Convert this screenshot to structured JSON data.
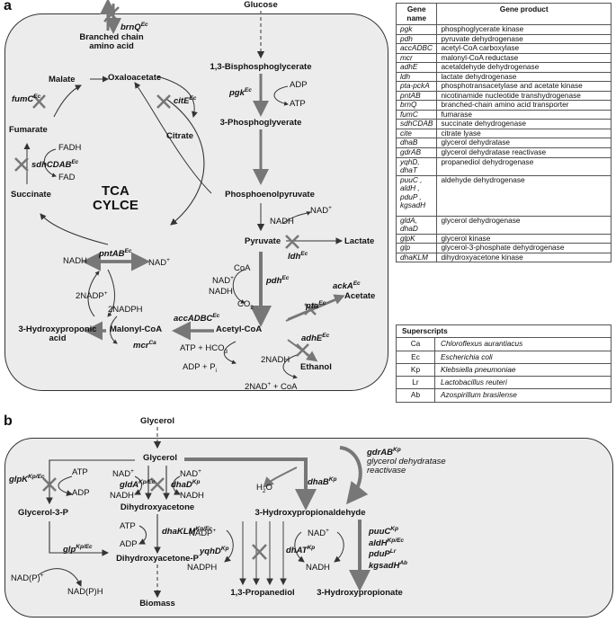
{
  "panel_a": {
    "letter": "a",
    "tca_line1": "TCA",
    "tca_line2": "CYLCE",
    "glucose": "Glucose",
    "branched_line1": "Branched chain",
    "branched_line2": "amino acid",
    "brnq": "brnQ",
    "brnq_sup": "Ec",
    "bpg": "1,3-Bisphosphoglycerate",
    "pgk": "pgk",
    "pgk_sup": "Ec",
    "adp": "ADP",
    "atp": "ATP",
    "pga": "3-Phosphoglyverate",
    "pep": "Phosphoenolpyruvate",
    "malate": "Malate",
    "oxaloacetate": "Oxaloacetate",
    "fumc": "fumC",
    "fumc_sup": "Ec",
    "cite": "citE",
    "cite_sup": "Ec",
    "citrate": "Citrate",
    "fumarate": "Fumarate",
    "fadh": "FADH",
    "fad": "FAD",
    "sdh": "sdhCDAB",
    "sdh_sup": "Ec",
    "succinate": "Succinate",
    "nadh_ldh": "NADH",
    "nad_ldh": "NAD",
    "pyruvate": "Pyruvate",
    "lactate": "Lactate",
    "ldh": "ldh",
    "ldh_sup": "Ec",
    "pntab": "pntAB",
    "pntab_sup": "Ec",
    "nadh_pnt": "NADH",
    "nad_pnt": "NAD",
    "nadp": "2NADP",
    "nadph": "2NADPH",
    "coa": "CoA",
    "nad_pdh": "NAD",
    "nadh_pdh": "NADH",
    "co2": "CO",
    "pdh": "pdh",
    "pdh_sup": "Ec",
    "pta": "pta",
    "pta_sup": "Ec",
    "acka": "ackA",
    "acka_sup": "Ec",
    "acetate": "Acetate",
    "hp_acid_line1": "3-Hydroxyproponic",
    "hp_acid_line2": "acid",
    "malonyl": "Malonyl-CoA",
    "acetylcoa": "Acetyl-CoA",
    "acc": "accADBC",
    "acc_sup": "Ec",
    "mcr": "mcr",
    "mcr_sup": "Ca",
    "atp_hco": "ATP + HCO",
    "adp_pi": "ADP + P",
    "adhe": "adhE",
    "adhe_sup": "Ec",
    "nadh2": "2NADH",
    "ethanol": "Ethanol",
    "nad_coa": "2NAD",
    "nad_coa_tail": " + CoA"
  },
  "panel_b": {
    "letter": "b",
    "glycerol_top": "Glycerol",
    "glycerol": "Glycerol",
    "glpk": "glpK",
    "glpk_sup": "Kp/Ec",
    "atp": "ATP",
    "adp": "ADP",
    "g3p": "Glycerol-3-P",
    "glp": "glp",
    "glp_sup": "Kp/Ec",
    "nadp_plus": "NAD(P)",
    "nadph": "NAD(P)H",
    "nad1": "NAD",
    "nad2": "NAD",
    "glda": "gldA",
    "glda_sup": "Kp/Ec",
    "dhad": "dhaD",
    "dhad_sup": "Kp",
    "nadh1": "NADH",
    "nadh2": "NADH",
    "dha": "Dihydroxyacetone",
    "atp2": "ATP",
    "dhaklm": "dhaKLM",
    "dhaklm_sup": "Kp/Ec",
    "adp2": "ADP",
    "dhap": "Dihydroxyacetone-P",
    "biomass": "Biomass",
    "h2o": "H",
    "dhab": "dhaB",
    "dhab_sup": "Kp",
    "gdrab": "gdrAB",
    "gdrab_sup": "Kp",
    "gdr_desc1": "glycerol dehydratase",
    "gdr_desc2": "reactivase",
    "hpa": "3-Hydroxypropionaldehyde",
    "nadp_b": "NADP",
    "yqhd": "yqhD",
    "yqhd_sup": "Kp",
    "nadph_b": "NADPH",
    "dhat": "dhAT",
    "dhat_sup": "Kp",
    "nad_b": "NAD",
    "nadh_b": "NADH",
    "propanediol": "1,3-Propanediol",
    "puuc": "puuC",
    "puuc_sup": "Kp",
    "aldh": "aldH",
    "aldh_sup": "Kp/Ec",
    "pdup": "pduP",
    "pdup_sup": "Lr",
    "kgsadh": "kgsadH",
    "kgsadh_sup": "Ab",
    "hp_b": "3-Hydroxypropionate"
  },
  "gene_table": {
    "header_gene": "Gene name",
    "header_product": "Gene product",
    "rows": [
      {
        "gene": "pgk",
        "product": "phosphoglycerate kinase"
      },
      {
        "gene": "pdh",
        "product": "pyruvate dehydrogenase"
      },
      {
        "gene": "accADBC",
        "product": "acetyl-CoA carboxylase"
      },
      {
        "gene": "mcr",
        "product": "malonyl-CoA reductase"
      },
      {
        "gene": "adhE",
        "product": "acetaldehyde dehydrogenase"
      },
      {
        "gene": "ldh",
        "product": "lactate dehydrogenase"
      },
      {
        "gene": "pta-pckA",
        "product": "phosphotransacetylase and acetate kinase"
      },
      {
        "gene": "pntAB",
        "product": "nicotinamide nucleotide transhydrogenase"
      },
      {
        "gene": "brnQ",
        "product": "branched-chain amino acid transporter"
      },
      {
        "gene": "fumC",
        "product": "fumarase"
      },
      {
        "gene": "sdhCDAB",
        "product": "succinate dehydrogenase"
      },
      {
        "gene": "cite",
        "product": "citrate lyase"
      },
      {
        "gene": "dhaB",
        "product": "glycerol dehydratase"
      },
      {
        "gene": "gdrAB",
        "product": "glycerol dehydratase reactivase"
      },
      {
        "gene": "yqhD, dhaT",
        "product": "propanediol dehydrogenase"
      },
      {
        "gene": "puuC , aldH , pduP , kgsadH",
        "product": "aldehyde dehydrogenase"
      },
      {
        "gene": "gldA, dhaD",
        "product": "glycerol dehydrogenase"
      },
      {
        "gene": "glpK",
        "product": "glycerol kinase"
      },
      {
        "gene": "glp",
        "product": "glycerol-3-phosphate dehydrogenase"
      },
      {
        "gene": "dhaKLM",
        "product": "dihydroxyacetone kinase"
      }
    ]
  },
  "superscripts": {
    "header": "Superscripts",
    "rows": [
      {
        "abbr": "Ca",
        "organism": "Chloroflexus aurantiacus"
      },
      {
        "abbr": "Ec",
        "organism": "Escherichia coli"
      },
      {
        "abbr": "Kp",
        "organism": "Klebsiella pneumoniae"
      },
      {
        "abbr": "Lr",
        "organism": "Lactobacillus reuteri"
      },
      {
        "abbr": "Ab",
        "organism": "Azospirillum brasilense"
      }
    ]
  }
}
